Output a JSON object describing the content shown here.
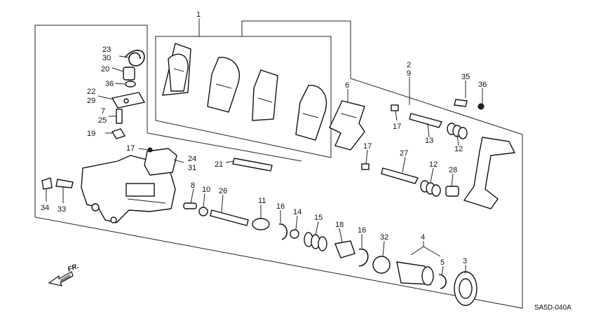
{
  "diagram_code": "SA5D-040A",
  "direction_label": "FR.",
  "callouts": [
    {
      "id": "1",
      "label": "1"
    },
    {
      "id": "2",
      "label": "2"
    },
    {
      "id": "9",
      "label": "9"
    },
    {
      "id": "23",
      "label": "23"
    },
    {
      "id": "30",
      "label": "30"
    },
    {
      "id": "20",
      "label": "20"
    },
    {
      "id": "36a",
      "label": "36"
    },
    {
      "id": "22",
      "label": "22"
    },
    {
      "id": "29",
      "label": "29"
    },
    {
      "id": "7",
      "label": "7"
    },
    {
      "id": "25",
      "label": "25"
    },
    {
      "id": "19",
      "label": "19"
    },
    {
      "id": "6",
      "label": "6"
    },
    {
      "id": "35",
      "label": "35"
    },
    {
      "id": "36b",
      "label": "36"
    },
    {
      "id": "17a",
      "label": "17"
    },
    {
      "id": "13",
      "label": "13"
    },
    {
      "id": "12a",
      "label": "12"
    },
    {
      "id": "17b",
      "label": "17"
    },
    {
      "id": "17c",
      "label": "17"
    },
    {
      "id": "24",
      "label": "24"
    },
    {
      "id": "31",
      "label": "31"
    },
    {
      "id": "21",
      "label": "21"
    },
    {
      "id": "27",
      "label": "27"
    },
    {
      "id": "12b",
      "label": "12"
    },
    {
      "id": "28",
      "label": "28"
    },
    {
      "id": "8",
      "label": "8"
    },
    {
      "id": "10",
      "label": "10"
    },
    {
      "id": "26",
      "label": "26"
    },
    {
      "id": "34",
      "label": "34"
    },
    {
      "id": "33",
      "label": "33"
    },
    {
      "id": "11",
      "label": "11"
    },
    {
      "id": "16a",
      "label": "16"
    },
    {
      "id": "14",
      "label": "14"
    },
    {
      "id": "15",
      "label": "15"
    },
    {
      "id": "18",
      "label": "18"
    },
    {
      "id": "16b",
      "label": "16"
    },
    {
      "id": "32",
      "label": "32"
    },
    {
      "id": "4",
      "label": "4"
    },
    {
      "id": "5",
      "label": "5"
    },
    {
      "id": "3",
      "label": "3"
    }
  ]
}
